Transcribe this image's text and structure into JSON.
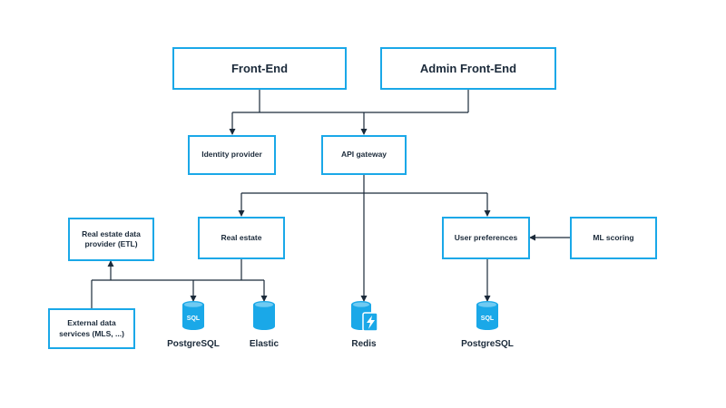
{
  "nodes": {
    "frontend": "Front-End",
    "admin_frontend": "Admin Front-End",
    "identity_provider": "Identity provider",
    "api_gateway": "API gateway",
    "real_estate_etl": "Real estate data provider (ETL)",
    "real_estate": "Real estate",
    "user_preferences": "User preferences",
    "ml_scoring": "ML scoring",
    "external_services": "External data services (MLS, ...)"
  },
  "datastores": {
    "postgres_real_estate": {
      "label": "PostgreSQL",
      "badge": "SQL",
      "icon": "database-sql-icon"
    },
    "elastic": {
      "label": "Elastic",
      "icon": "database-icon"
    },
    "redis": {
      "label": "Redis",
      "icon": "cache-database-icon"
    },
    "postgres_user_prefs": {
      "label": "PostgreSQL",
      "badge": "SQL",
      "icon": "database-sql-icon"
    }
  },
  "colors": {
    "accent": "#1aa8e8",
    "line": "#1b2a3a",
    "text": "#1b2a3a"
  }
}
